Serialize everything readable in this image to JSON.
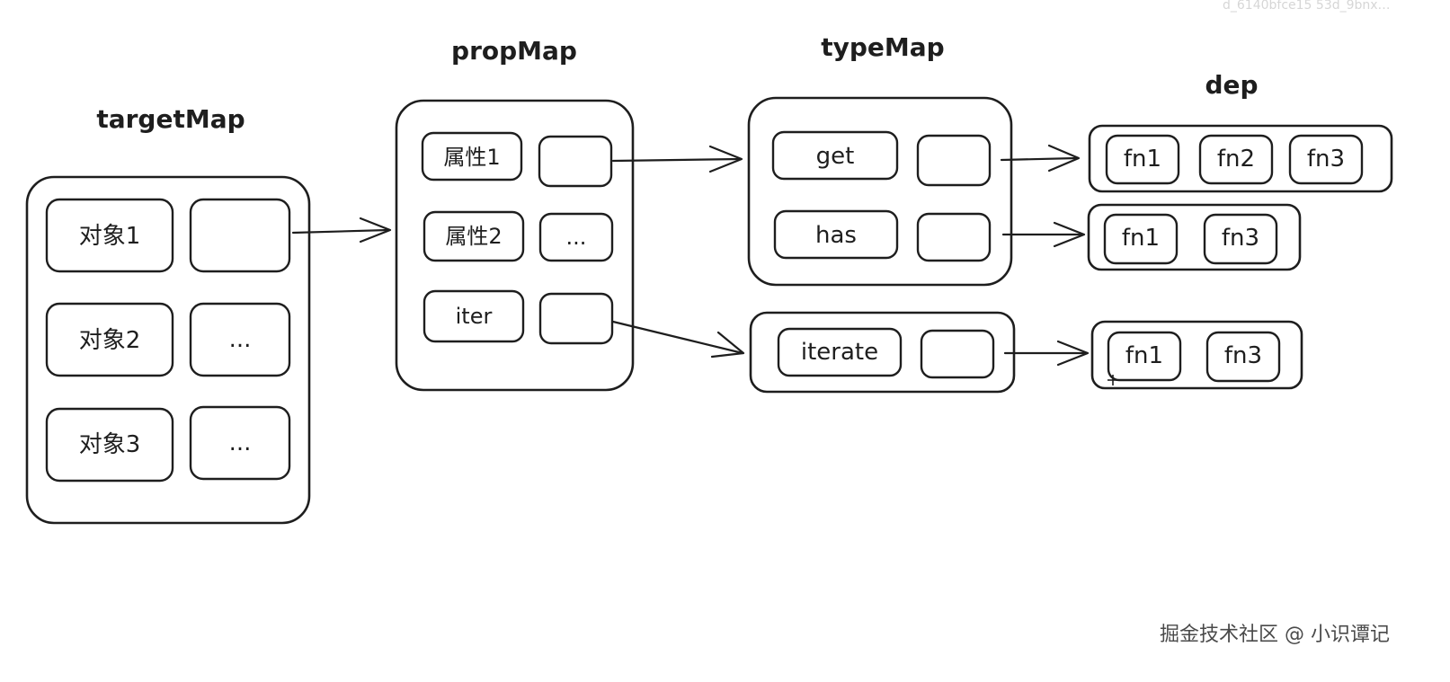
{
  "watermark_top": "d_6140bfce15 53d_9bnx…",
  "watermark_bottom": "掘金技术社区 @ 小识谭记",
  "groups": {
    "targetMap": {
      "title": "targetMap",
      "cells": [
        {
          "key": "对象1",
          "value": ""
        },
        {
          "key": "对象2",
          "value": "..."
        },
        {
          "key": "对象3",
          "value": "..."
        }
      ]
    },
    "propMap": {
      "title": "propMap",
      "cells": [
        {
          "key": "属性1",
          "value": ""
        },
        {
          "key": "属性2",
          "value": "..."
        },
        {
          "key": "iter",
          "value": ""
        }
      ]
    },
    "typeMap": {
      "title": "typeMap",
      "cells": [
        {
          "key": "get",
          "value": ""
        },
        {
          "key": "has",
          "value": ""
        }
      ]
    },
    "iterateMap": {
      "cells": [
        {
          "key": "iterate",
          "value": ""
        }
      ]
    },
    "dep": {
      "title": "dep",
      "rows": [
        [
          "fn1",
          "fn2",
          "fn3"
        ],
        [
          "fn1",
          "fn3"
        ],
        [
          "fn1",
          "fn3"
        ]
      ]
    }
  }
}
